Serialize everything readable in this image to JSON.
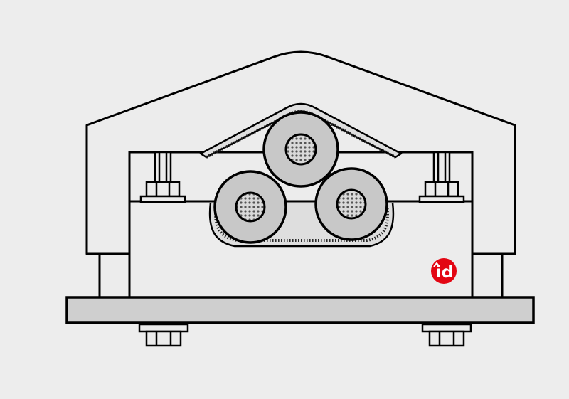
{
  "diagram": {
    "type": "trefoil-cable-cleat",
    "cable_count": 3,
    "bolt_count": 4
  },
  "logo": {
    "text": "id",
    "icon": "brand-logo-icon"
  },
  "colors": {
    "background": "#ededed",
    "outline": "#000000",
    "body_fill": "#ececec",
    "base_plate": "#cfcfcf",
    "cable_sheath": "#c8c8c8",
    "conductor": "#d9d9d9",
    "liner": "#dedede",
    "logo_red": "#e30613",
    "logo_text": "#ffffff"
  }
}
